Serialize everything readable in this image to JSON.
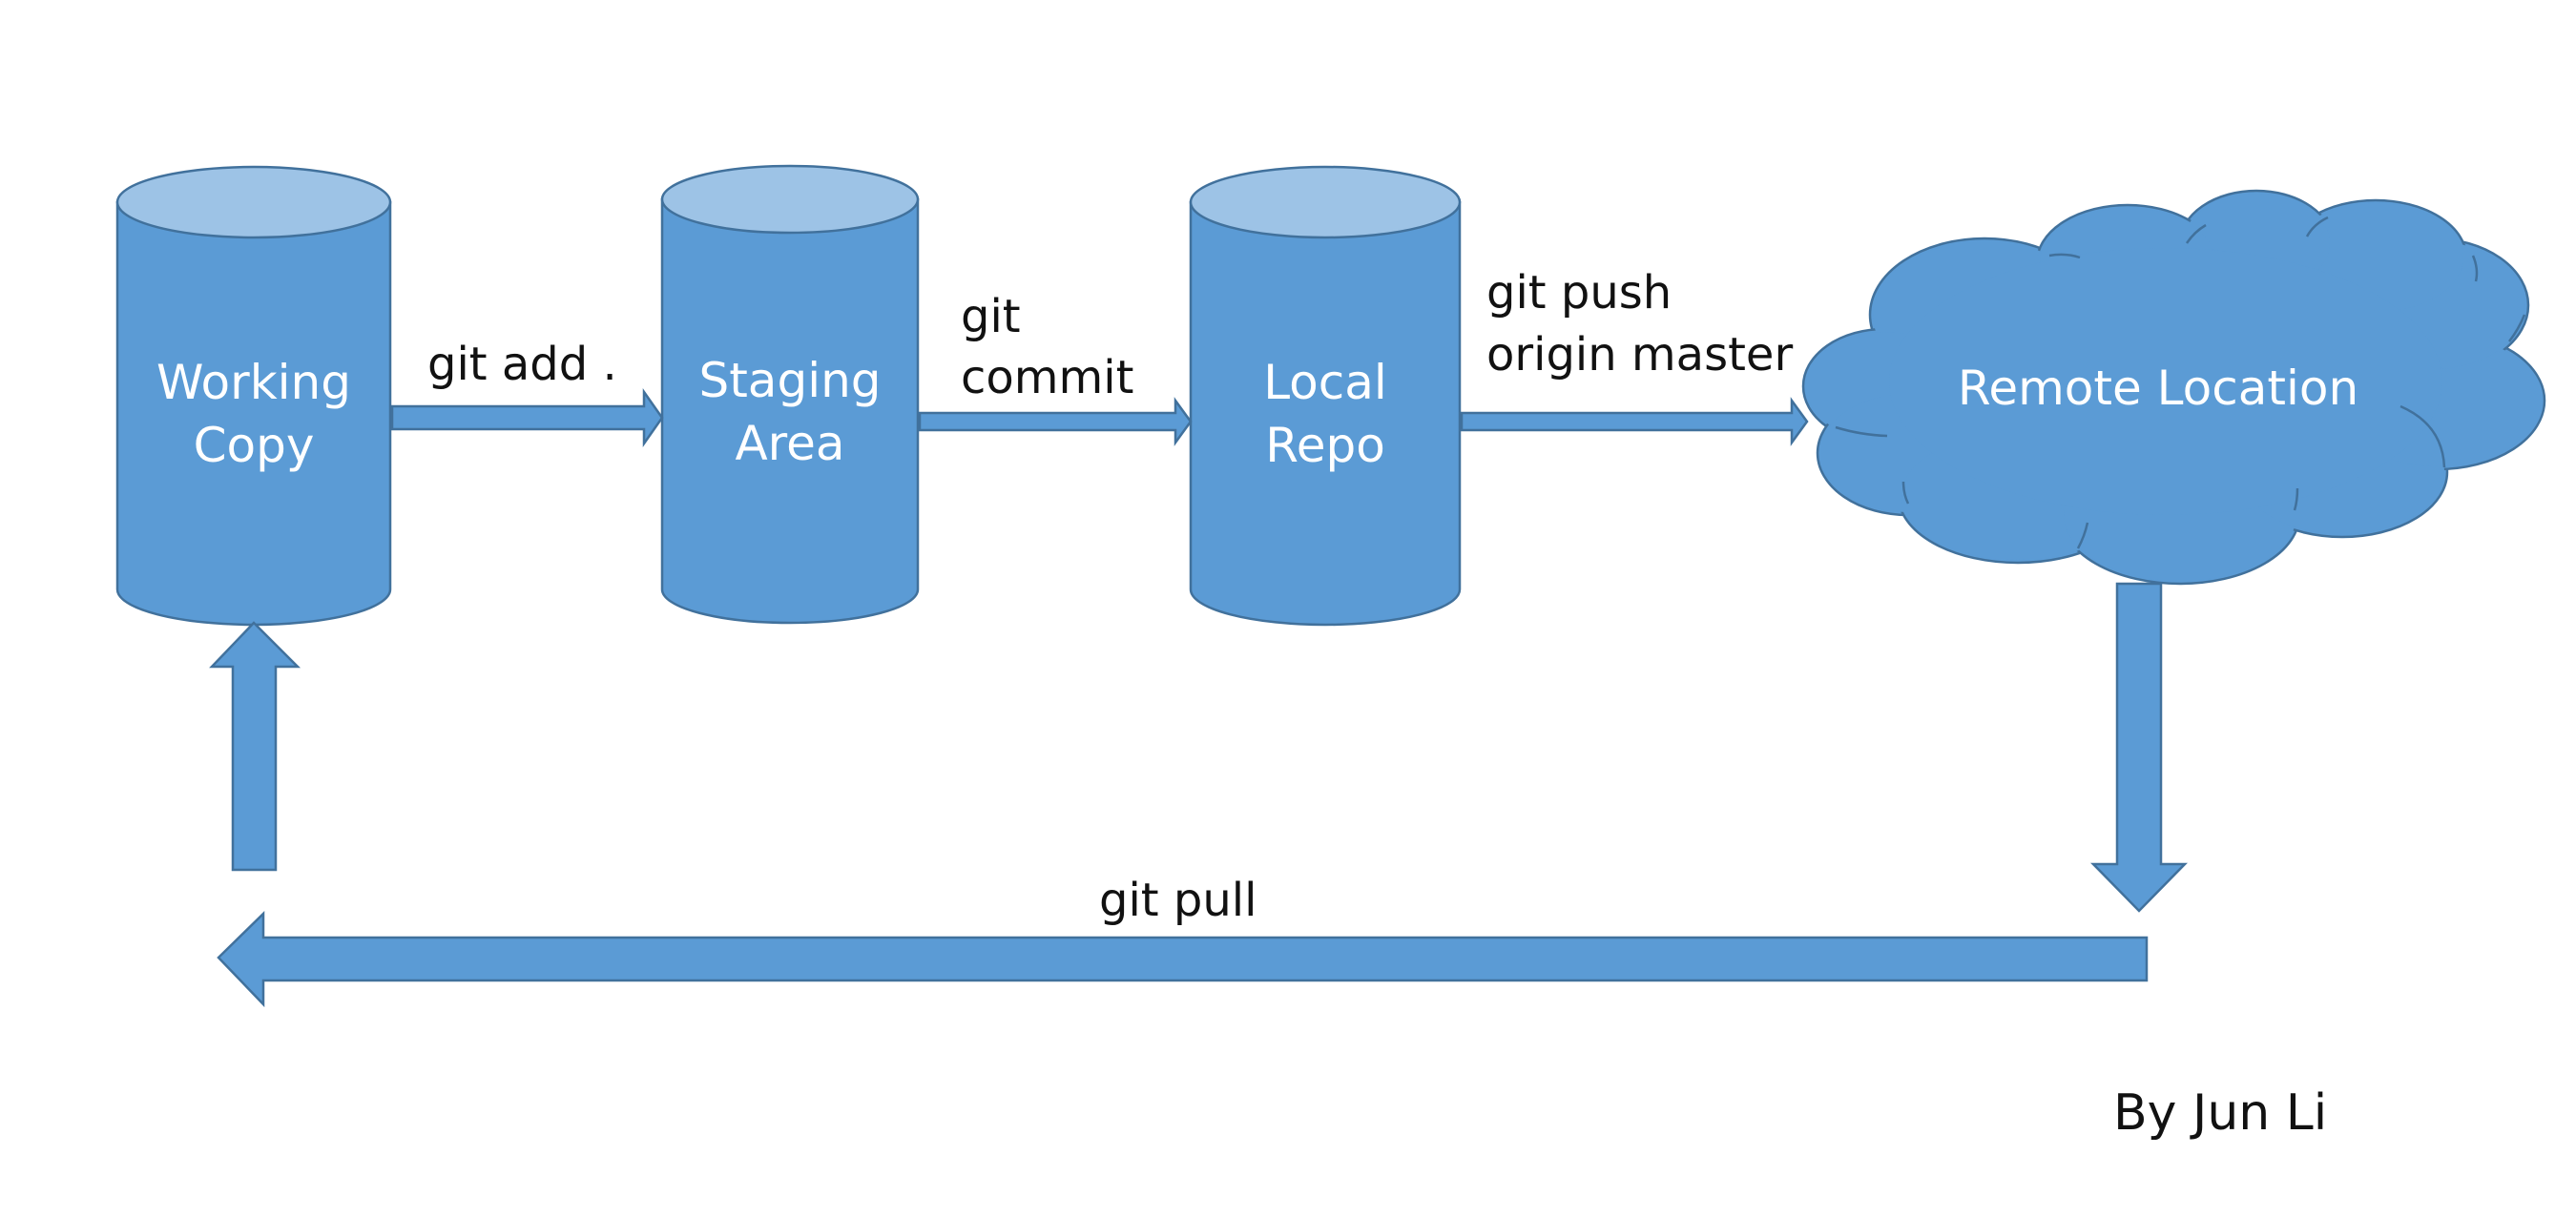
{
  "colors": {
    "shape_fill": "#5b9bd5",
    "shape_top": "#9dc3e6",
    "shape_stroke": "#41719c",
    "node_text": "#ffffff",
    "edge_text": "#111111"
  },
  "nodes": {
    "working_copy": {
      "line1": "Working",
      "line2": "Copy"
    },
    "staging_area": {
      "line1": "Staging",
      "line2": "Area"
    },
    "local_repo": {
      "line1": "Local",
      "line2": "Repo"
    },
    "remote_location": {
      "label": "Remote Location"
    }
  },
  "edges": {
    "git_add": {
      "label": "git add ."
    },
    "git_commit": {
      "line1": "git",
      "line2": "commit"
    },
    "git_push": {
      "line1": "git push",
      "line2": "origin master"
    },
    "git_pull": {
      "label": "git pull"
    }
  },
  "credit": "By Jun Li"
}
